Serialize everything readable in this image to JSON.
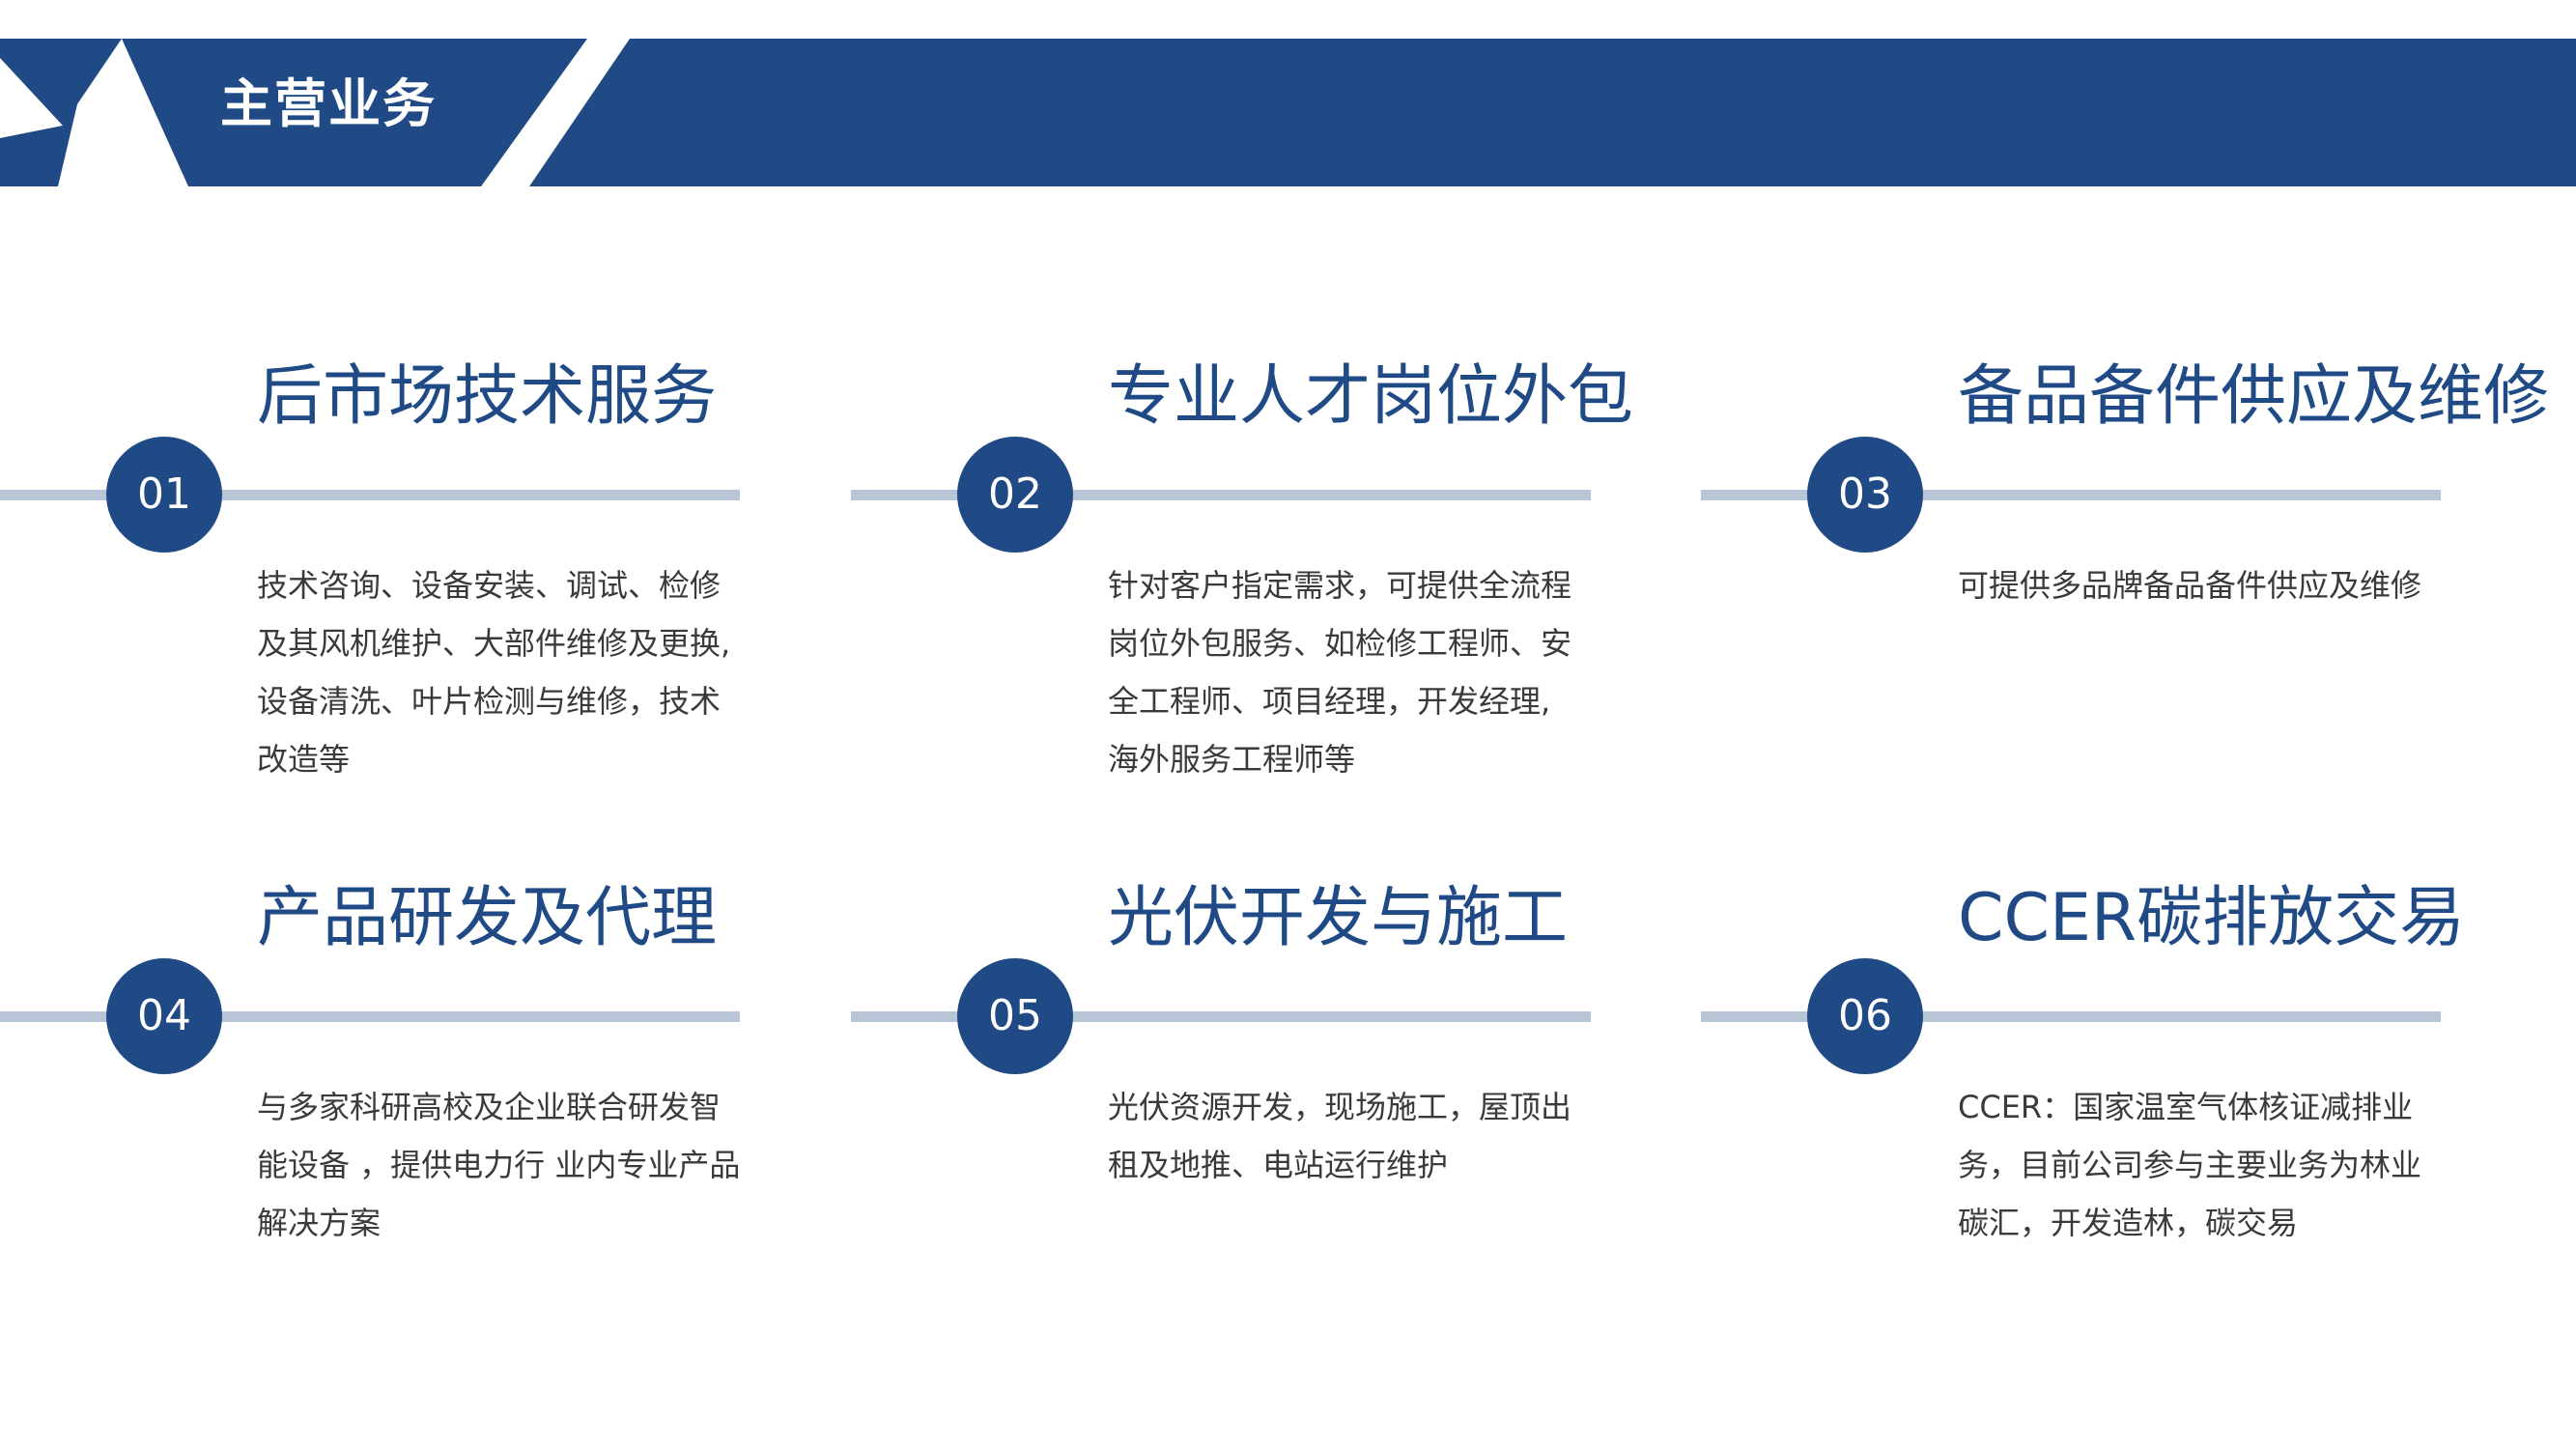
{
  "header": {
    "title": "主营业务"
  },
  "colors": {
    "primary": "#1f4a85",
    "line": "#b7c5d7",
    "text": "#3a3a3a",
    "background": "#ffffff"
  },
  "services": [
    {
      "number": "01",
      "title": "后市场技术服务",
      "description": "技术咨询、设备安装、调试、检修\n及其风机维护、大部件维修及更换,\n设备清洗、叶片检测与维修，技术\n改造等"
    },
    {
      "number": "02",
      "title": "专业人才岗位外包",
      "description": "针对客户指定需求，可提供全流程\n岗位外包服务、如检修工程师、安\n全工程师、项目经理，开发经理,\n海外服务工程师等"
    },
    {
      "number": "03",
      "title": "备品备件供应及维修",
      "description": "可提供多品牌备品备件供应及维修"
    },
    {
      "number": "04",
      "title": "产品研发及代理",
      "description": "与多家科研高校及企业联合研发智\n能设备 ，提供电力行 业内专业产品\n解决方案"
    },
    {
      "number": "05",
      "title": "光伏开发与施工",
      "description": "光伏资源开发，现场施工，屋顶出\n租及地推、电站运行维护"
    },
    {
      "number": "06",
      "title": "CCER碳排放交易",
      "description": "CCER：国家温室气体核证减排业\n务，目前公司参与主要业务为林业\n碳汇，开发造林，碳交易"
    }
  ]
}
